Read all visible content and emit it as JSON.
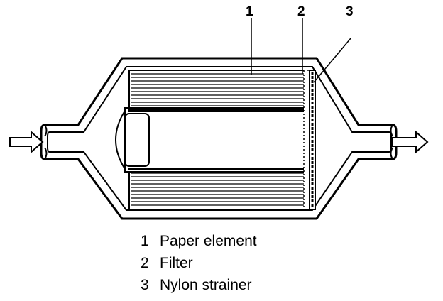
{
  "callouts": [
    "1",
    "2",
    "3"
  ],
  "legend": [
    {
      "number": "1",
      "label": "Paper element"
    },
    {
      "number": "2",
      "label": "Filter"
    },
    {
      "number": "3",
      "label": "Nylon strainer"
    }
  ],
  "colors": {
    "line": "#000000",
    "background": "#ffffff"
  },
  "icons": {
    "inlet": "arrow-right-icon",
    "outlet": "arrow-right-icon"
  }
}
